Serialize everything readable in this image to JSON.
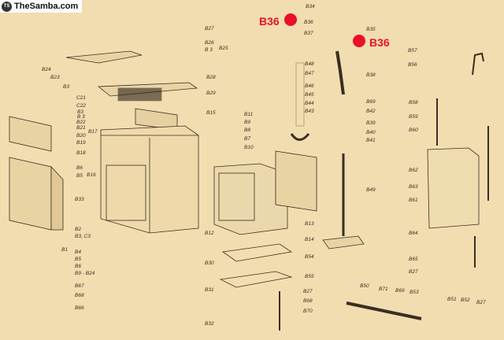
{
  "logo": {
    "text": "TheSamba.com",
    "icon": "thesamba-logo-icon"
  },
  "highlight": {
    "label_left": "B36",
    "label_right": "B36",
    "color": "#e8102a"
  },
  "labels": [
    "B27",
    "B26",
    "B 3",
    "B25",
    "B24",
    "B23",
    "B3",
    "C21",
    "C22",
    "B3",
    "B 3",
    "B22",
    "B21",
    "B17",
    "B20",
    "B19",
    "B18",
    "B28",
    "B29",
    "B15",
    "B11",
    "B9",
    "B8",
    "B7",
    "B10",
    "B6",
    "B5",
    "B16",
    "B33",
    "B2",
    "B3, C3",
    "B1",
    "B4",
    "B5",
    "B6",
    "B9 - B24",
    "B67",
    "B68",
    "B66",
    "B12",
    "B30",
    "B31",
    "B32",
    "B34",
    "B36",
    "B37",
    "B35",
    "B38",
    "B48",
    "B47",
    "B46",
    "B45",
    "B44",
    "B43",
    "B69",
    "B42",
    "B39",
    "B40",
    "B41",
    "B57",
    "B56",
    "B58",
    "B59",
    "B60",
    "B62",
    "B63",
    "B61",
    "B49",
    "B13",
    "B14",
    "B54",
    "B55",
    "B27",
    "B68",
    "B70",
    "B50",
    "B71",
    "B69",
    "B53",
    "B51",
    "B52",
    "B27",
    "B64",
    "B65",
    "B27"
  ]
}
